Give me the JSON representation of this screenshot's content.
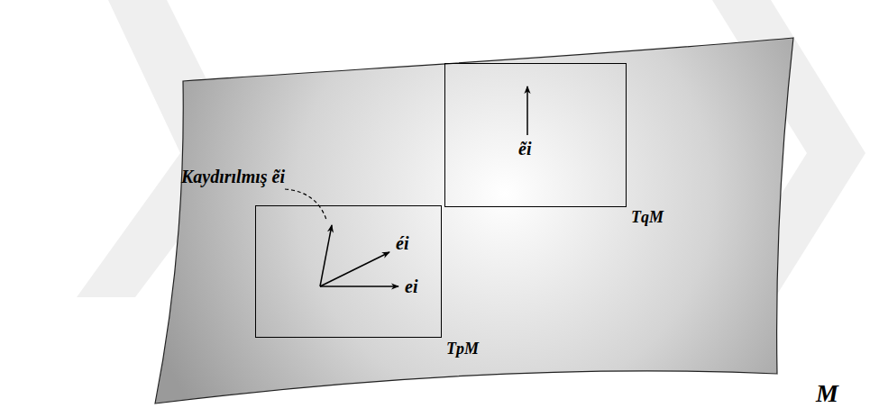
{
  "diagram": {
    "nodes": [
      {
        "text": [
          "M"
        ]
      },
      {
        "text": [
          "ẽi",
          "TqM"
        ],
        "in": 0
      },
      {
        "text": [
          "Kaydırılmış ẽi",
          "éi",
          "ei",
          "TpM"
        ],
        "in": 0
      }
    ]
  }
}
